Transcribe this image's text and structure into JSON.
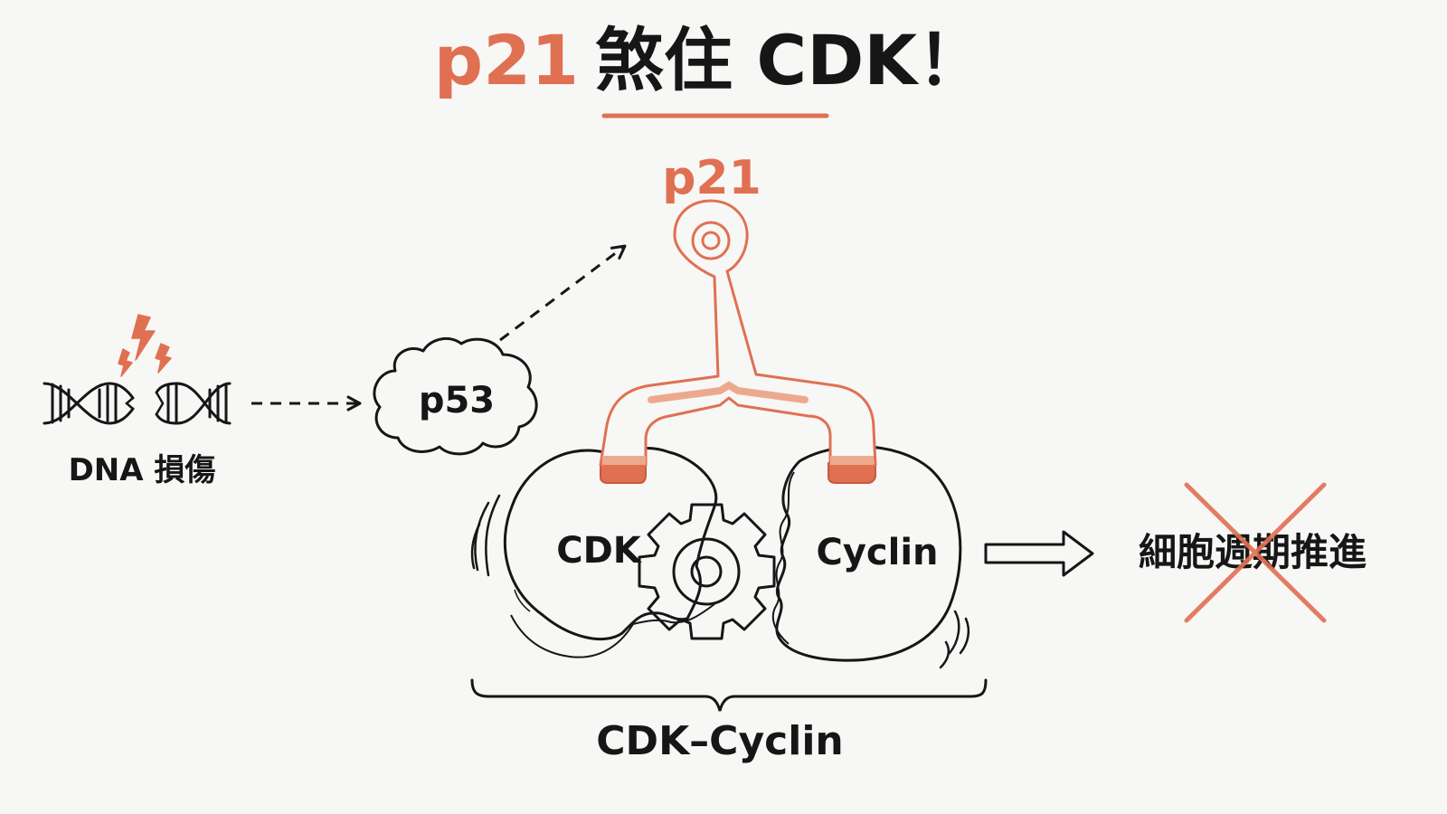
{
  "title": {
    "highlight": "p21",
    "rest": "煞住 CDK！"
  },
  "labels": {
    "dna_damage": "DNA 損傷",
    "p53": "p53",
    "p21": "p21",
    "cdk": "CDK",
    "cyclin": "Cyclin",
    "complex": "CDK–Cyclin",
    "cell_cycle": "細胞週期推進"
  },
  "colors": {
    "accent": "#e07052",
    "accent_fill": "#eda98e",
    "ink": "#161616",
    "background": "#f7f7f5"
  },
  "icons": {
    "dna": "broken-dna-helix-icon",
    "lightning": "lightning-bolt-icon",
    "gear": "gear-icon",
    "blocked": "red-x-icon"
  }
}
